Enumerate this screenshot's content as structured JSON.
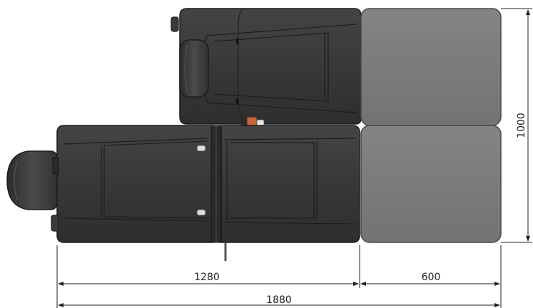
{
  "dimensions": {
    "left_section": "1280",
    "right_section": "600",
    "total_length": "1880",
    "height": "1000"
  },
  "colors": {
    "upholstery": "#3a3a3c",
    "upholstery_edge": "#1c1c1e",
    "extension_panel": "#7a7b7d",
    "extension_edge": "#4a4a4c",
    "dimension_line": "#222222",
    "accent_part": "#c8643c"
  }
}
